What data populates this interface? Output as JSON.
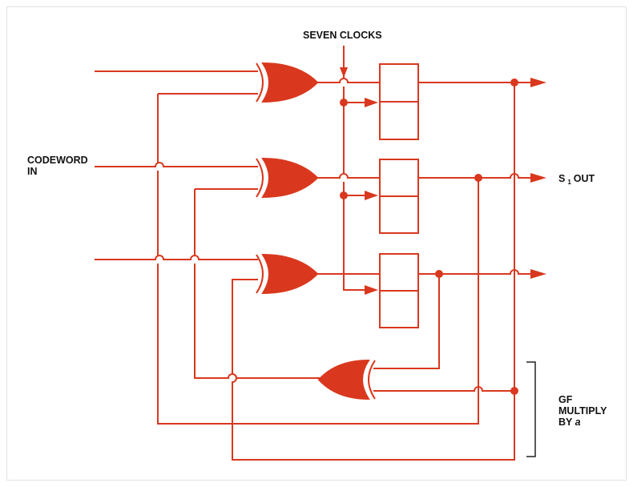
{
  "diagram": {
    "accent_color": "#d9381e",
    "labels": {
      "clock": "SEVEN CLOCKS",
      "codeword_in": "CODEWORD\nIN",
      "s_out_prefix": "S",
      "s_out_subscript": "1",
      "s_out_suffix": "OUT",
      "gf_line1": "GF",
      "gf_line2": "MULTIPLY",
      "gf_line3": "BY",
      "gf_var": "a"
    }
  }
}
